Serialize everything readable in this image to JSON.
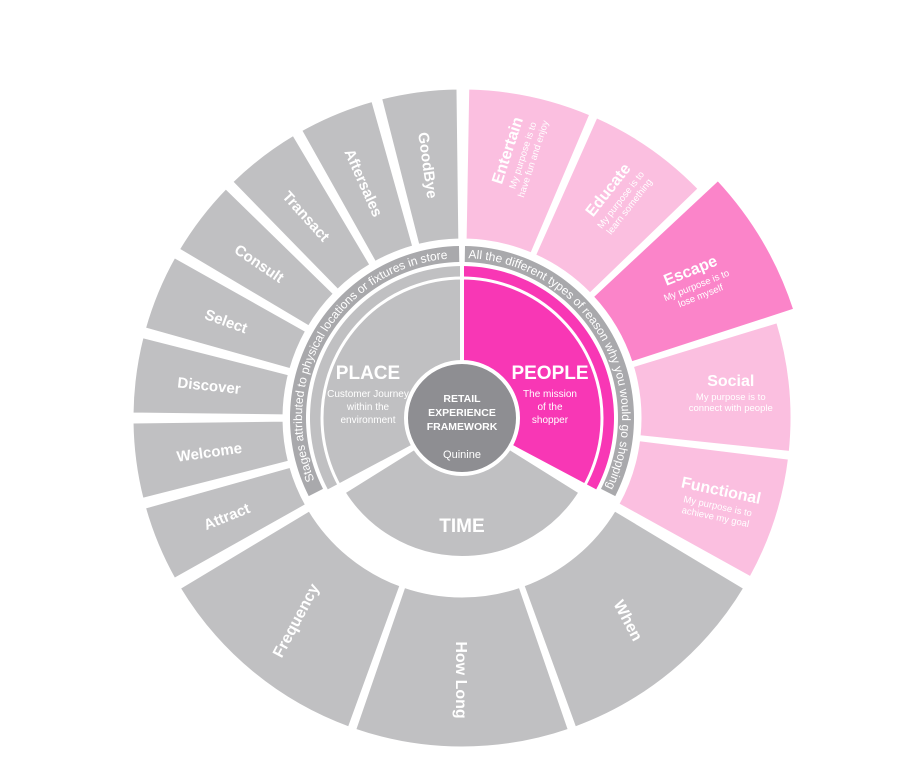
{
  "center": {
    "title_lines": [
      "RETAIL",
      "EXPERIENCE",
      "FRAMEWORK"
    ],
    "brand": "Quinine"
  },
  "sectors": {
    "place": {
      "title": "PLACE",
      "desc_lines": [
        "Customer Journey",
        "within the",
        "environment"
      ],
      "ring_text": "Stages attributed to physical locations or fixtures in store"
    },
    "people": {
      "title": "PEOPLE",
      "desc_lines": [
        "The mission",
        "of the",
        "shopper"
      ],
      "ring_text": "All the different types of reason why you would go shopping"
    },
    "time": {
      "title": "TIME"
    }
  },
  "outer": {
    "people": [
      {
        "label": "Entertain",
        "sub": [
          "My purpose is to",
          "have fun and enjoy"
        ]
      },
      {
        "label": "Educate",
        "sub": [
          "My purpose is to",
          "learn something"
        ]
      },
      {
        "label": "Escape",
        "sub": [
          "My purpose is to",
          "lose myself"
        ]
      },
      {
        "label": "Social",
        "sub": [
          "My purpose is to",
          "connect with people"
        ]
      },
      {
        "label": "Functional",
        "sub": [
          "My purpose is to",
          "achieve my goal"
        ]
      }
    ],
    "time": [
      {
        "label": "When"
      },
      {
        "label": "How Long"
      },
      {
        "label": "Frequency"
      }
    ],
    "place": [
      {
        "label": "Attract"
      },
      {
        "label": "Welcome"
      },
      {
        "label": "Discover"
      },
      {
        "label": "Select"
      },
      {
        "label": "Consult"
      },
      {
        "label": "Transact"
      },
      {
        "label": "Aftersales"
      },
      {
        "label": "GoodBye"
      }
    ]
  },
  "colors": {
    "gray": "#c0c0c2",
    "gray_ring": "#a9a9ac",
    "center": "#8e8e92",
    "people_hot": "#f837b5",
    "people_light": "#fbbfe0",
    "escape": "#fb84c9",
    "text_on_light": "#ffffff"
  }
}
